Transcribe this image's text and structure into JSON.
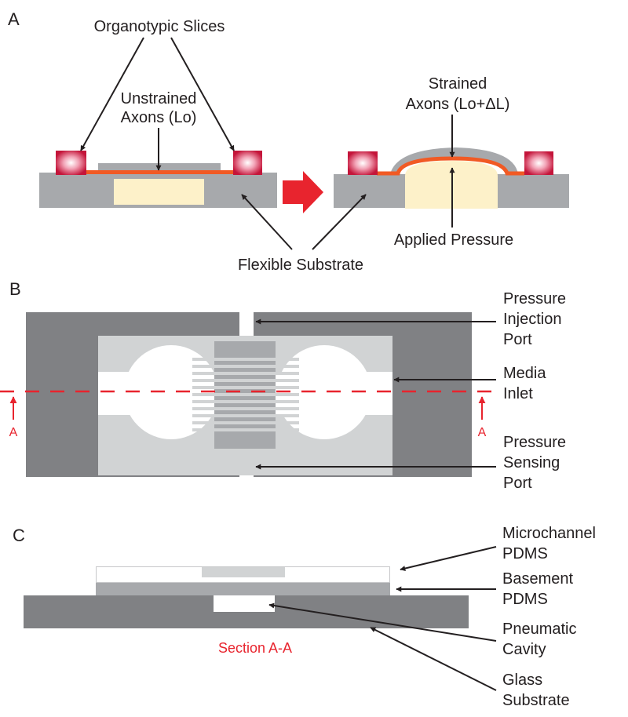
{
  "panel_a": {
    "panel_label": "A",
    "organotypic_slices": "Organotypic Slices",
    "unstrained_line1": "Unstrained",
    "unstrained_line2": "Axons (Lo)",
    "strained_line1": "Strained",
    "strained_line2": "Axons (Lo+ΔL)",
    "applied_pressure": "Applied Pressure",
    "flexible_substrate": "Flexible Substrate"
  },
  "panel_b": {
    "panel_label": "B",
    "injection_line1": "Pressure",
    "injection_line2": "Injection",
    "injection_line3": "Port",
    "media_line1": "Media",
    "media_line2": "Inlet",
    "sensing_line1": "Pressure",
    "sensing_line2": "Sensing",
    "sensing_line3": "Port",
    "section_marker_left": "A",
    "section_marker_right": "A"
  },
  "panel_c": {
    "panel_label": "C",
    "microchannel_line1": "Microchannel",
    "microchannel_line2": "PDMS",
    "basement_line1": "Basement",
    "basement_line2": "PDMS",
    "pneumatic_line1": "Pneumatic",
    "pneumatic_line2": "Cavity",
    "glass_line1": "Glass",
    "glass_line2": "Substrate",
    "section_caption": "Section A-A"
  },
  "colors": {
    "dark_gray": "#808184",
    "mid_gray": "#a7a9ac",
    "light_gray": "#d1d3d4",
    "orange": "#f15a24",
    "cream": "#fdf1c9",
    "red": "#e8242e",
    "crimson": "#c4153a"
  }
}
